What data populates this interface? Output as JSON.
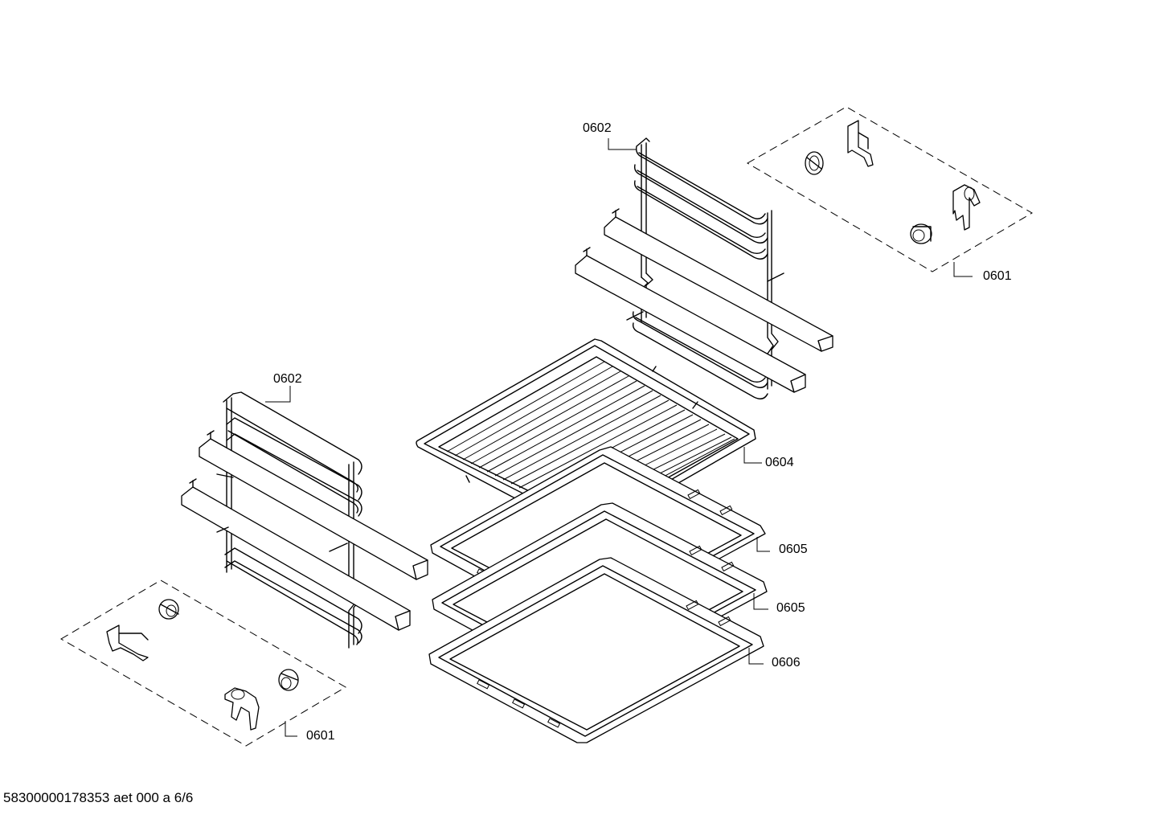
{
  "diagram": {
    "labels": {
      "rack_right": "0602",
      "clips_right": "0601",
      "rack_left": "0602",
      "grid_shelf": "0604",
      "tray_upper": "0605",
      "tray_middle": "0605",
      "tray_lower": "0606",
      "clips_left": "0601"
    },
    "footer": "58300000178353 aet 000 a 6/6"
  }
}
